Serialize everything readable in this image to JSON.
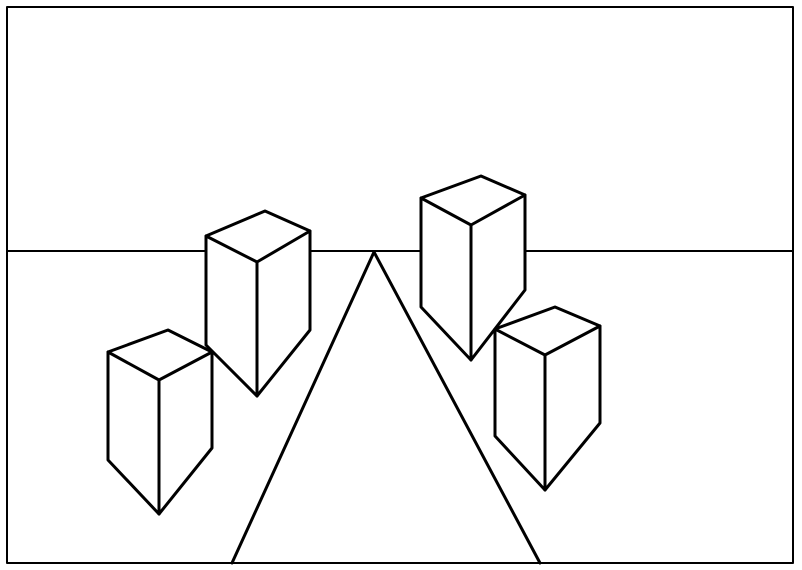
{
  "drawing": {
    "background_color": "#ffffff",
    "line_color": "#000000",
    "objects": [
      "frame",
      "horizon-line",
      "road",
      "block-left-back",
      "block-left-front",
      "block-right-back",
      "block-right-front"
    ]
  }
}
